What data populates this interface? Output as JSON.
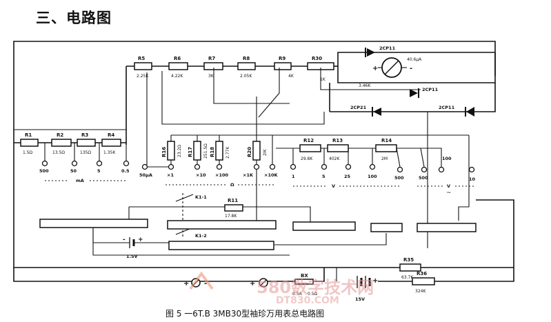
{
  "heading": "三、电路图",
  "caption": "图 5 一6T.B 3MB30型袖珍万用表总电路图",
  "watermark": {
    "main": "580数字技术网",
    "sub": "DT830.COM"
  },
  "meter": {
    "label": "40.6μA",
    "series_r": "3.46K"
  },
  "diodes": {
    "d1": "2CP11",
    "d2": "2CP11",
    "d3": "2CP21",
    "d4": "2CP11"
  },
  "top_chain": [
    {
      "name": "R5",
      "value": "2.25K"
    },
    {
      "name": "R6",
      "value": "4.22K"
    },
    {
      "name": "R7",
      "value": "3K"
    },
    {
      "name": "R8",
      "value": "2.05K"
    },
    {
      "name": "R9",
      "value": "4K"
    },
    {
      "name": "R30",
      "value": "1K"
    }
  ],
  "ma_chain": [
    {
      "name": "R1",
      "value": "1.5Ω"
    },
    {
      "name": "R2",
      "value": "13.5Ω"
    },
    {
      "name": "R3",
      "value": "135Ω"
    },
    {
      "name": "R4",
      "value": "1.35K"
    }
  ],
  "ma_terminals": [
    "500",
    "50",
    "5",
    "0.5"
  ],
  "ma_label": "mA",
  "ohm_resistors": [
    {
      "name": "R16",
      "value": "23.2Ω"
    },
    {
      "name": "R17",
      "value": "251.5Ω"
    },
    {
      "name": "R18",
      "value": "2.77K"
    },
    {
      "name": "R20",
      "value": "2IK"
    }
  ],
  "ohm_terminals": [
    "50μA",
    "×1",
    "×10",
    "×100",
    "×1K",
    "×10K"
  ],
  "ohm_label": "Ω",
  "volt_chain": [
    {
      "name": "R12",
      "value": "29.8K"
    },
    {
      "name": "R13",
      "value": "402K"
    },
    {
      "name": "R14",
      "value": "2M"
    }
  ],
  "dcv_terminals": [
    "1",
    "5",
    "25",
    "100",
    "500"
  ],
  "dcv_label": "V",
  "acv_terminals": [
    "500",
    "100",
    "10"
  ],
  "acv_label": "V",
  "switch_labels": {
    "k1": "K1-1",
    "k2": "K1-2"
  },
  "r11": {
    "name": "R11",
    "value": "17.8K"
  },
  "battery1": "1.5V",
  "r35": {
    "name": "R35",
    "value": "63.7K"
  },
  "r36": {
    "name": "R36",
    "value": "324K"
  },
  "fuse": {
    "name": "BX",
    "v1": "0.5A",
    "v2": "0.5Ω"
  },
  "battery2": "15V",
  "plus": "+",
  "minus": "-",
  "rail_marks": [
    "+",
    "-",
    "+"
  ]
}
